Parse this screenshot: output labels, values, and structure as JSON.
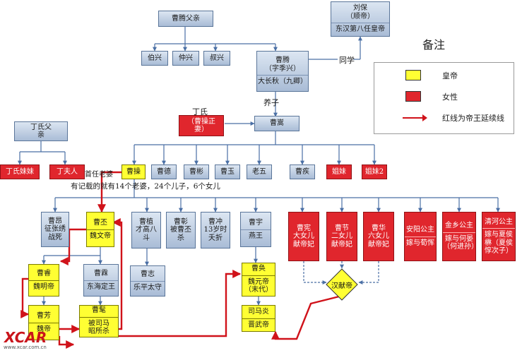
{
  "legend": {
    "title": "备注",
    "emperor_label": "皇帝",
    "female_label": "女性",
    "red_line_label": "红线为帝王延续线"
  },
  "boxes": {
    "cao_teng_father": "曹腾父亲",
    "liu_bao_l1": "刘保",
    "liu_bao_l2": "（顺帝）",
    "liu_bao_l3": "东汉第八任皇帝",
    "bo_xing": "伯兴",
    "zhong_xing": "仲兴",
    "shu_xing": "叔兴",
    "cao_teng_l1": "曹腾",
    "cao_teng_l2": "（字季兴）",
    "cao_teng_l3": "大长秋（九卿）",
    "ding_shi_l1": "丁氏",
    "ding_shi_l2": "（曹操正",
    "ding_shi_l3": "妻）",
    "cao_song": "曹嵩",
    "ding_father_l1": "丁氏父",
    "ding_father_l2": "亲",
    "ding_sister": "丁氏妹妹",
    "ding_furen": "丁夫人",
    "cao_cao": "曹操",
    "cao_de": "曹德",
    "cao_bin": "曹彬",
    "cao_yu": "曹玉",
    "lao_wu": "老五",
    "cao_ji": "曹疾",
    "sister_a": "姐妹",
    "sister_b": "姐妹2",
    "cao_ang_l1": "曹昂",
    "cao_ang_l2": "征张绣",
    "cao_ang_l3": "战死",
    "cao_pi_l1": "曹丕",
    "cao_pi_l2": "魏文帝",
    "cao_zhi_l1": "曹植",
    "cao_zhi_l2": "才高八",
    "cao_zhi_l3": "斗",
    "cao_zhang_l1": "曹彰",
    "cao_zhang_l2": "被曹丕",
    "cao_zhang_l3": "杀",
    "cao_chong_l1": "曹冲",
    "cao_chong_l2": "13岁时",
    "cao_chong_l3": "夭折",
    "cao_yu2_l1": "曹宇",
    "cao_yu2_l2": "燕王",
    "cao_xian_l1": "曹宪",
    "cao_xian_l2": "大女儿",
    "cao_xian_l3": "献帝妃",
    "cao_jie_l1": "曹节",
    "cao_jie_l2": "二女儿",
    "cao_jie_l3": "献帝妃",
    "cao_hua_l1": "曹华",
    "cao_hua_l2": "六女儿",
    "cao_hua_l3": "献帝妃",
    "anyang_l1": "安阳公主",
    "anyang_l2": "嫁与荀恽",
    "jinxiang_l1": "金乡公主",
    "jinxiang_l2": "嫁与何晏",
    "jinxiang_l3": "（何进孙）",
    "qinghe_l1": "清河公主",
    "qinghe_l2": "嫁与夏侯",
    "qinghe_l3": "楙（夏侯",
    "qinghe_l4": "惇次子）",
    "cao_zhi2_l1": "曹志",
    "cao_zhi2_l2": "乐平太守",
    "cao_rui_l1": "曹睿",
    "cao_rui_l2": "魏明帝",
    "cao_lin_l1": "曹霖",
    "cao_lin_l2": "东海定王",
    "cao_huan_l1": "曹奂",
    "cao_huan_l2": "魏元帝",
    "cao_huan_l3": "（末代）",
    "han_xiandi": "汉献帝",
    "cao_fang_l1": "曹芳",
    "cao_fang_l2": "魏帝",
    "cao_mao_l1": "曹髦",
    "cao_mao_l2": "被司马",
    "cao_mao_l3": "昭所杀",
    "sima_yan": "司马炎",
    "jin_wudi": "晋武帝"
  },
  "annotations": {
    "classmate": "同学",
    "adopted_son": "养子",
    "caocao_note_line1": "首任老婆",
    "caocao_note_line2": "有记载的就有14个老婆，24个儿子，6个女儿"
  },
  "watermark": {
    "logo_text": "XCAR",
    "url": "www.xcar.com.cn"
  },
  "colors": {
    "emperor": "#ffff33",
    "female": "#e0262d",
    "male": "#b8c9df",
    "connector": "#4a6fa5",
    "emperor_line": "#d0121a"
  }
}
